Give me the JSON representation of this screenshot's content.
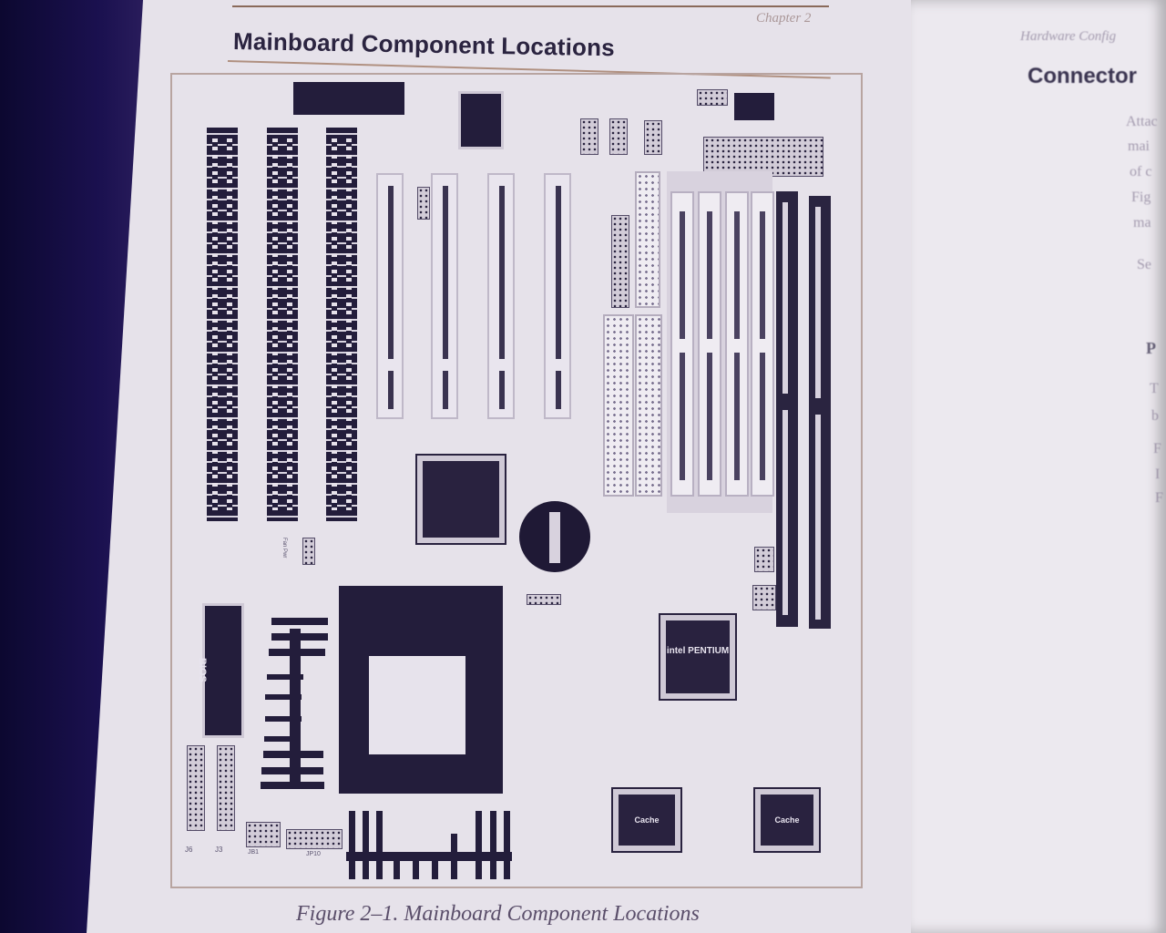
{
  "left_page": {
    "chapter_label": "Chapter 2",
    "title": "Mainboard Component Locations",
    "caption": "Figure 2–1.  Mainboard Component Locations",
    "diagram": {
      "chip_north": "",
      "chip_intel": "intel PENTIUM",
      "cache_1": "Cache",
      "cache_2": "Cache",
      "bios": "BIOS",
      "label_fan": "Fan Pwr",
      "label_jb1": "JB1",
      "label_jp10": "JP10",
      "label_j6": "J6",
      "label_j3": "J3"
    }
  },
  "right_page": {
    "header": "Hardware Config",
    "heading": "Connector",
    "fragments": [
      "Attac",
      "mai",
      "of c",
      "Fig",
      "ma",
      "Se",
      "P",
      "T",
      "b",
      "F",
      "I",
      "F"
    ]
  },
  "colors": {
    "page": "#e6e2ea",
    "ink": "#231d3b",
    "background": "#150d3a"
  }
}
